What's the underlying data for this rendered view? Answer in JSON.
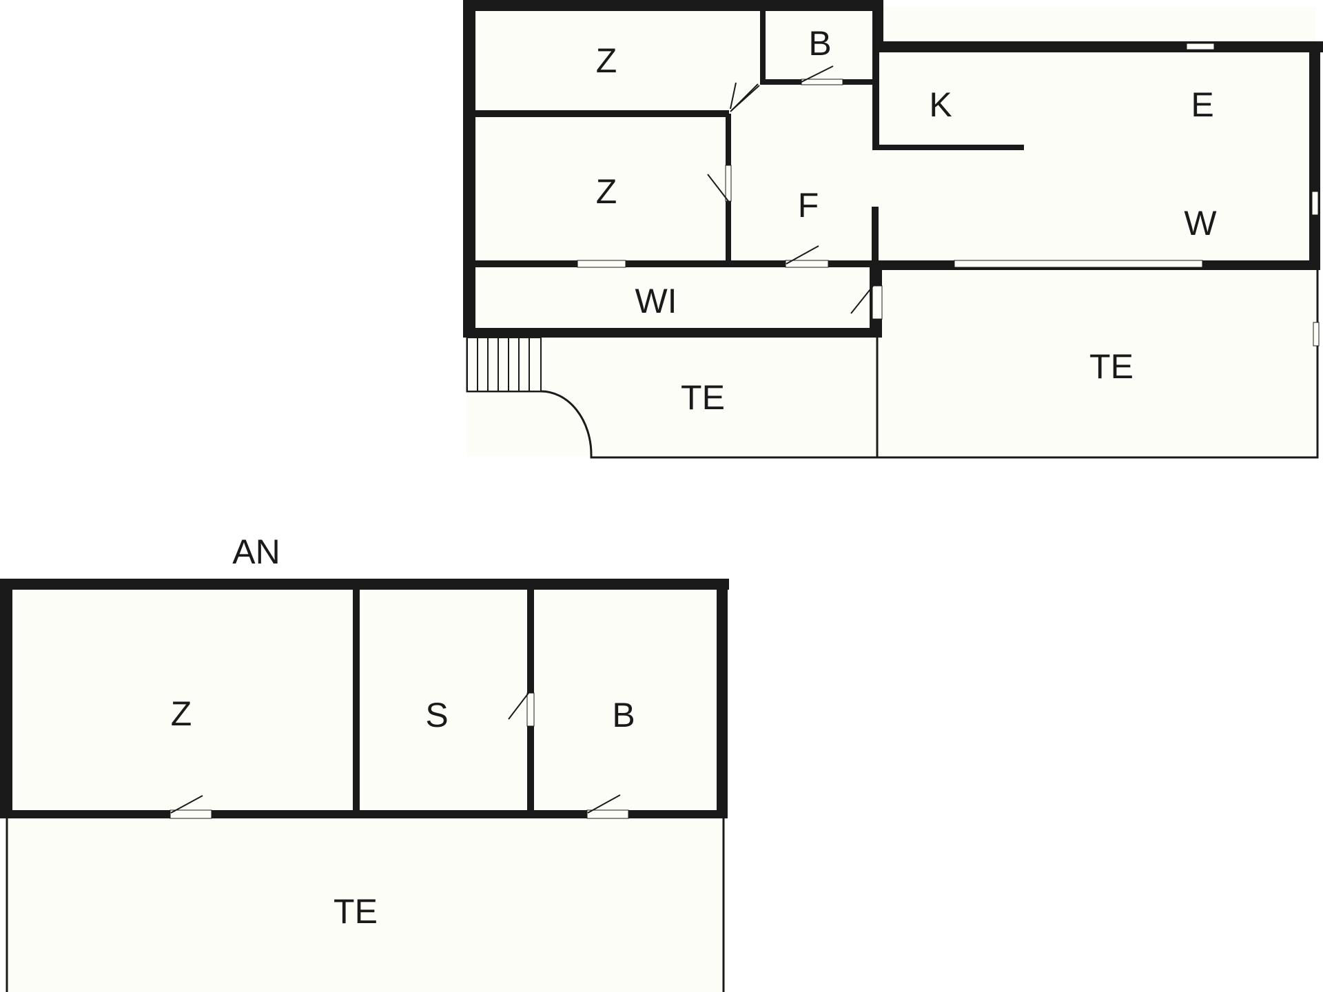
{
  "main_floor": {
    "rooms": [
      {
        "id": "bedroom-top",
        "label": "Z"
      },
      {
        "id": "bathroom-small",
        "label": "B"
      },
      {
        "id": "kitchen",
        "label": "K"
      },
      {
        "id": "dining",
        "label": "E"
      },
      {
        "id": "bedroom-middle",
        "label": "Z"
      },
      {
        "id": "hallway",
        "label": "F"
      },
      {
        "id": "living",
        "label": "W"
      },
      {
        "id": "utility",
        "label": "WI"
      },
      {
        "id": "terrace-left",
        "label": "TE"
      },
      {
        "id": "terrace-right",
        "label": "TE"
      }
    ]
  },
  "annex": {
    "title": "AN",
    "rooms": [
      {
        "id": "bedroom",
        "label": "Z"
      },
      {
        "id": "storage",
        "label": "S"
      },
      {
        "id": "bathroom",
        "label": "B"
      },
      {
        "id": "terrace",
        "label": "TE"
      }
    ]
  }
}
